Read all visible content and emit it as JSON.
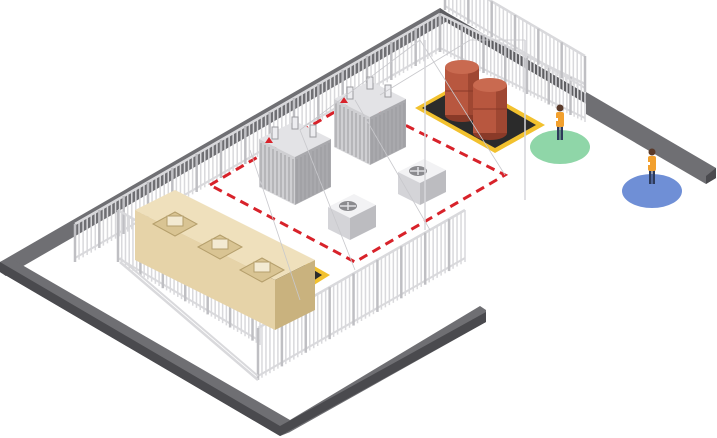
{
  "scene": {
    "colors": {
      "wall_top": "#6f6f73",
      "wall_side": "#4a4a4e",
      "floor": "#ffffff",
      "fence": "#d9d9dc",
      "fence_shadow": "#bfbfc3",
      "danger_line": "#d8222a",
      "hazard_yellow": "#f2c12e",
      "hazard_mat": "#2b2b2b",
      "tank": "#b8573f",
      "tank_dark": "#8a3a28",
      "transformer": "#cfcfd2",
      "transformer_dark": "#a9a9ad",
      "switchgear": "#e6d3a8",
      "switchgear_dark": "#c9b27e",
      "zone_green": "#8fd6a8",
      "zone_blue": "#6f8fd6",
      "worker_skin": "#5a3a2a",
      "worker_vest": "#f2a02e",
      "worker_pants": "#2d3a5a"
    },
    "icons": [
      "wall",
      "fence",
      "transformer",
      "cooling-fan-unit",
      "oil-tank",
      "switchgear-cabinet",
      "worker",
      "safety-zone"
    ]
  }
}
